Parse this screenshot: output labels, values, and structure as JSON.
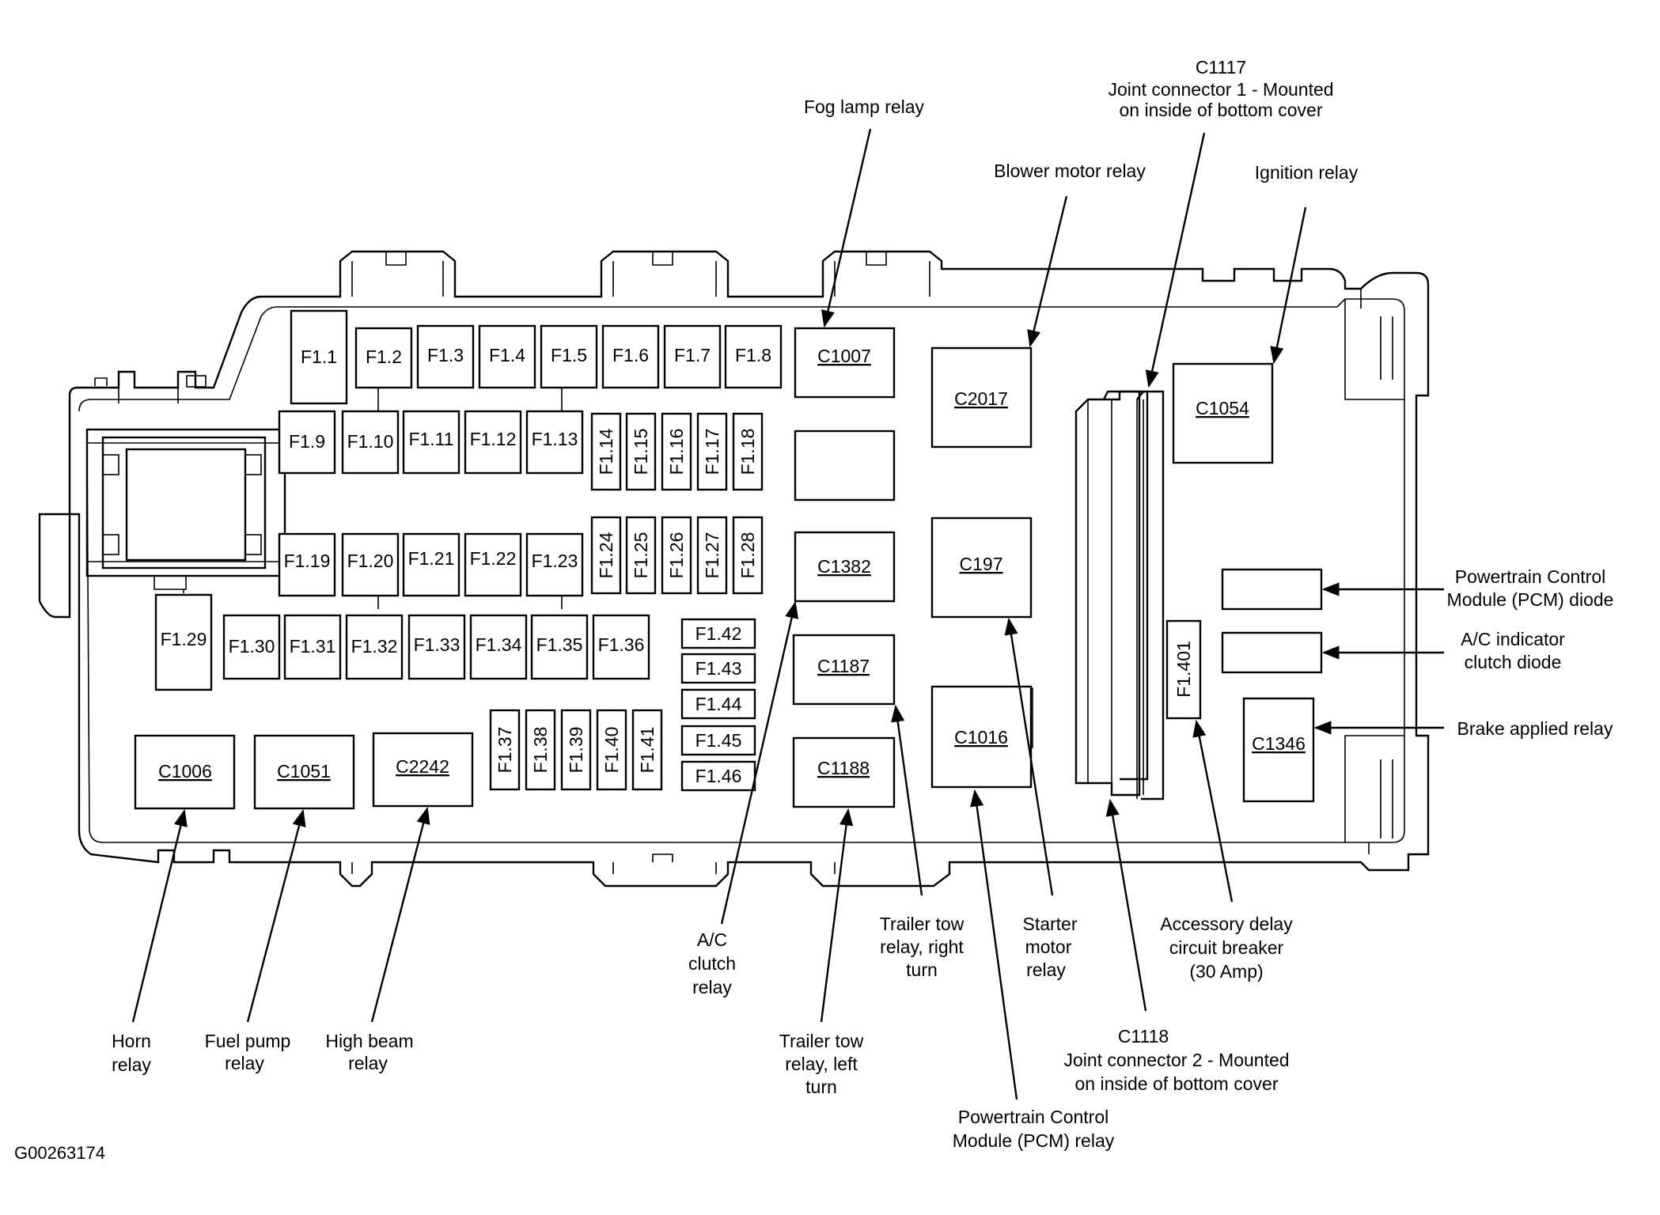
{
  "figure_id": "G00263174",
  "connectors": {
    "c1007": "C1007",
    "c2017": "C2017",
    "c1054": "C1054",
    "c1382": "C1382",
    "c197": "C197",
    "c1187": "C1187",
    "c1016": "C1016",
    "c1188": "C1188",
    "c1346": "C1346",
    "c1006": "C1006",
    "c1051": "C1051",
    "c2242": "C2242"
  },
  "fuses": {
    "f1_1": "F1.1",
    "f1_2": "F1.2",
    "f1_3": "F1.3",
    "f1_4": "F1.4",
    "f1_5": "F1.5",
    "f1_6": "F1.6",
    "f1_7": "F1.7",
    "f1_8": "F1.8",
    "f1_9": "F1.9",
    "f1_10": "F1.10",
    "f1_11": "F1.11",
    "f1_12": "F1.12",
    "f1_13": "F1.13",
    "f1_14": "F1.14",
    "f1_15": "F1.15",
    "f1_16": "F1.16",
    "f1_17": "F1.17",
    "f1_18": "F1.18",
    "f1_19": "F1.19",
    "f1_20": "F1.20",
    "f1_21": "F1.21",
    "f1_22": "F1.22",
    "f1_23": "F1.23",
    "f1_24": "F1.24",
    "f1_25": "F1.25",
    "f1_26": "F1.26",
    "f1_27": "F1.27",
    "f1_28": "F1.28",
    "f1_29": "F1.29",
    "f1_30": "F1.30",
    "f1_31": "F1.31",
    "f1_32": "F1.32",
    "f1_33": "F1.33",
    "f1_34": "F1.34",
    "f1_35": "F1.35",
    "f1_36": "F1.36",
    "f1_37": "F1.37",
    "f1_38": "F1.38",
    "f1_39": "F1.39",
    "f1_40": "F1.40",
    "f1_41": "F1.41",
    "f1_42": "F1.42",
    "f1_43": "F1.43",
    "f1_44": "F1.44",
    "f1_45": "F1.45",
    "f1_46": "F1.46",
    "f1_401": "F1.401"
  },
  "callouts": {
    "c1117_title": "C1117",
    "c1117_l1": "Joint connector 1 - Mounted",
    "c1117_l2": "on inside of bottom cover",
    "fog_lamp_relay": "Fog lamp relay",
    "blower_motor_relay": "Blower motor relay",
    "ignition_relay": "Ignition relay",
    "pcm_diode_l1": "Powertrain Control",
    "pcm_diode_l2": "Module (PCM) diode",
    "ac_indicator_l1": "A/C indicator",
    "ac_indicator_l2": "clutch diode",
    "brake_applied_relay": "Brake applied relay",
    "horn_l1": "Horn",
    "horn_l2": "relay",
    "fuel_pump_l1": "Fuel pump",
    "fuel_pump_l2": "relay",
    "high_beam_l1": "High beam",
    "high_beam_l2": "relay",
    "ac_clutch_l1": "A/C",
    "ac_clutch_l2": "clutch",
    "ac_clutch_l3": "relay",
    "trailer_left_l1": "Trailer tow",
    "trailer_left_l2": "relay, left",
    "trailer_left_l3": "turn",
    "trailer_right_l1": "Trailer tow",
    "trailer_right_l2": "relay, right",
    "trailer_right_l3": "turn",
    "pcm_relay_l1": "Powertrain Control",
    "pcm_relay_l2": "Module (PCM) relay",
    "starter_l1": "Starter",
    "starter_l2": "motor",
    "starter_l3": "relay",
    "c1118_title": "C1118",
    "c1118_l1": "Joint connector 2 - Mounted",
    "c1118_l2": "on inside of bottom cover",
    "acc_delay_l1": "Accessory delay",
    "acc_delay_l2": "circuit breaker",
    "acc_delay_l3": "(30 Amp)"
  }
}
